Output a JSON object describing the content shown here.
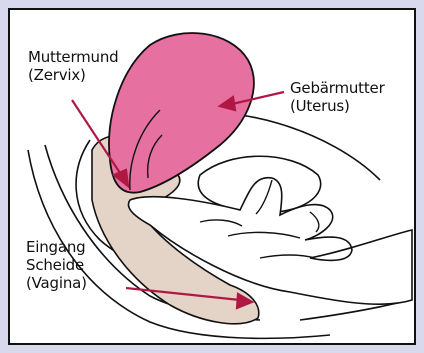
{
  "labels": {
    "cervix_line1": "Muttermund",
    "cervix_line2": "(Zervix)",
    "uterus_line1": "Gebärmutter",
    "uterus_line2": "(Uterus)",
    "vagina_line1": "Eingang",
    "vagina_line2": "Scheide",
    "vagina_line3": "(Vagina)"
  },
  "colors": {
    "background_frame": "#d9d9ee",
    "panel": "#ffffff",
    "uterus": "#e6709f",
    "tissue": "#e4d4c8",
    "arrow": "#b01844",
    "outline": "#111111"
  }
}
